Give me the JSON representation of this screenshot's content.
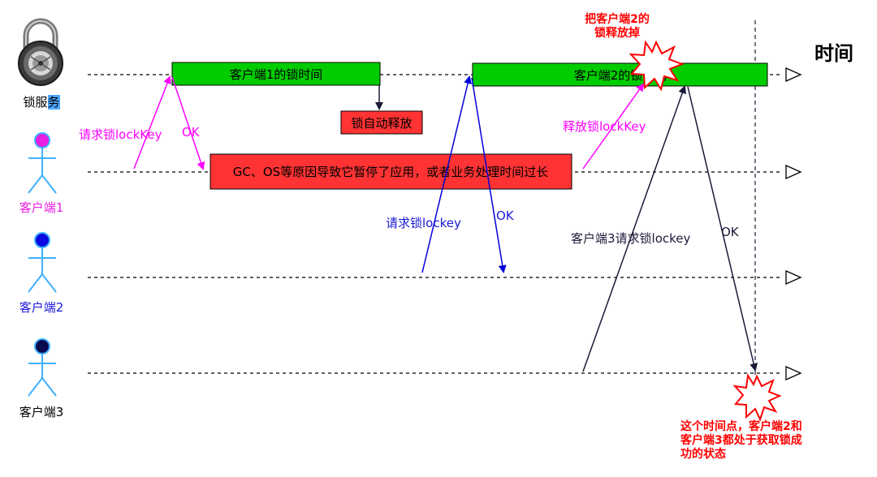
{
  "time_label": "时间",
  "actors": [
    {
      "label": "锁服",
      "label_highlight": "务",
      "color": "#000000"
    },
    {
      "label": "客户端1",
      "color": "#e61fe0"
    },
    {
      "label": "客户端2",
      "color": "#1a1ad6"
    },
    {
      "label": "客户端3",
      "color": "#000000"
    }
  ],
  "boxes": {
    "client1_lock": "客户端1的锁时间",
    "client2_lock": "客户端2的锁时间",
    "auto_release": "锁自动释放",
    "gc_pause": "GC、OS等原因导致它暂停了应用，或者业务处理时间过长"
  },
  "messages": {
    "c1_request": "请求锁lockKey",
    "c1_ok": "OK",
    "c1_release": "释放锁lockKey",
    "c2_request": "请求锁lockey",
    "c2_ok": "OK",
    "c3_request": "客户端3请求锁lockey",
    "c3_ok": "OK"
  },
  "notes": {
    "release_note": "把客户端2的\n锁释放掉",
    "final_note": "这个时间点，客户端2和\n客户端3都处于获取锁成\n功的状态"
  },
  "colors": {
    "green": "#00cc00",
    "red": "#ff3333",
    "magenta": "#ff00ff",
    "blue": "#0000dd",
    "dark": "#1a1a3a"
  }
}
